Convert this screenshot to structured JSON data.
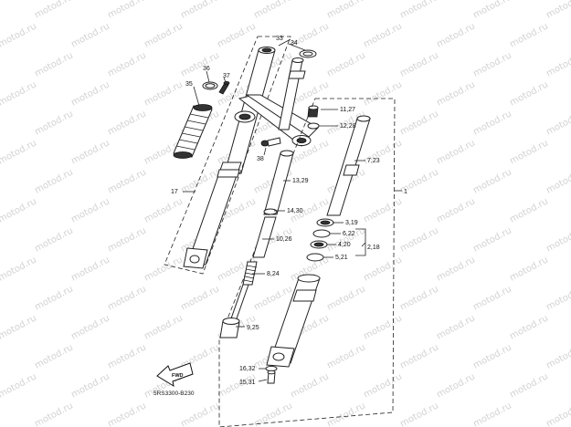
{
  "watermark_text": "motod.ru",
  "diagram_code": "5RS3300-B230",
  "front_arrow_label": "FWD",
  "labels": {
    "p1": "1",
    "p33": "33",
    "p34": "34",
    "p36": "36",
    "p37": "37",
    "p35": "35",
    "p11_27": "11,27",
    "p12_28": "12,28",
    "p38": "38",
    "p7_23": "7,23",
    "p13_29": "13,29",
    "p17": "17",
    "p14_30": "14,30",
    "p3_19": "3,19",
    "p6_22": "6,22",
    "p4_20": "4,20",
    "p2_18": "2,18",
    "p10_26": "10,26",
    "p5_21": "5,21",
    "p8_24": "8,24",
    "p9_25": "9,25",
    "p16_32": "16,32",
    "p15_31": "15,31"
  }
}
